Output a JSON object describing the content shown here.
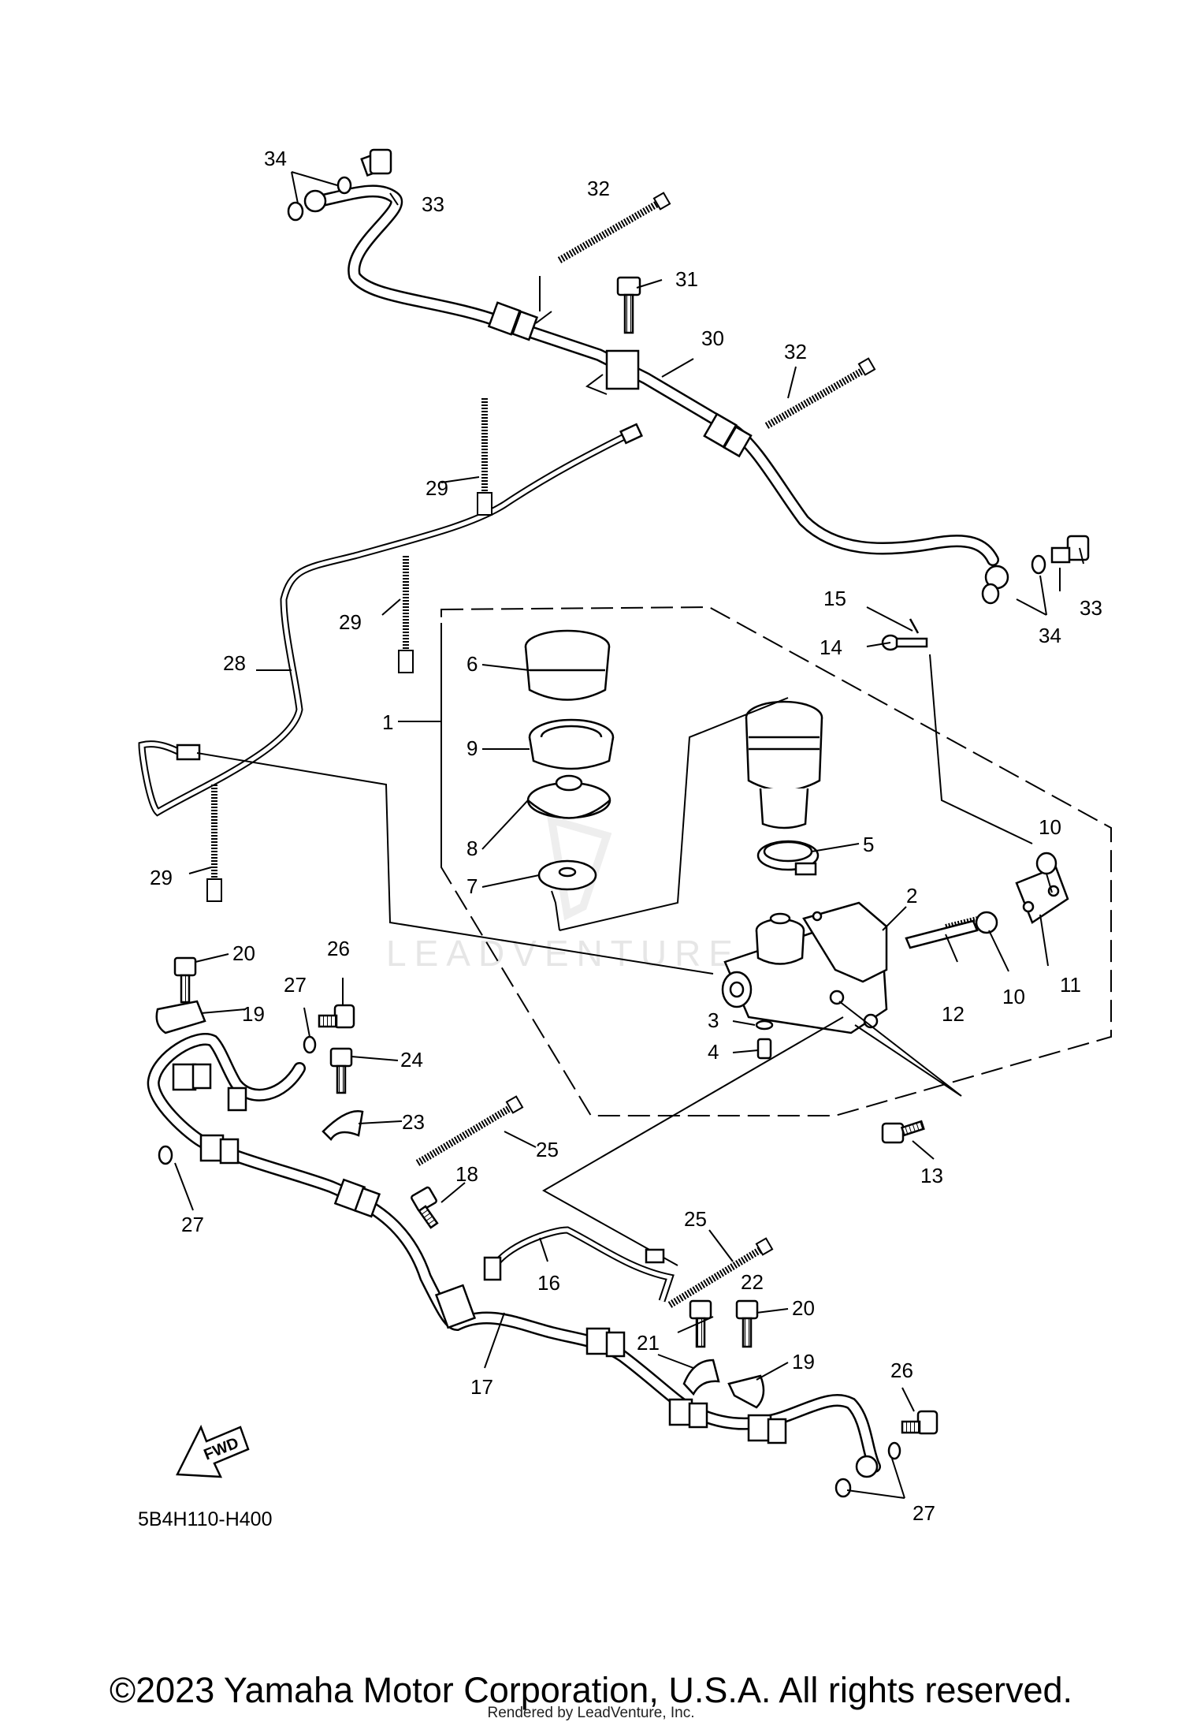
{
  "diagram_code": "5B4H110-H400",
  "fwd_label": "FWD",
  "watermark_text": "LEADVENTURE",
  "copyright": "©2023 Yamaha Motor Corporation, U.S.A. All rights reserved.",
  "rendered_by": "Rendered by LeadVenture, Inc.",
  "callouts": {
    "c1": "1",
    "c2": "2",
    "c3": "3",
    "c4": "4",
    "c5": "5",
    "c6": "6",
    "c7": "7",
    "c8": "8",
    "c9": "9",
    "c10a": "10",
    "c10b": "10",
    "c11": "11",
    "c12": "12",
    "c13": "13",
    "c14": "14",
    "c15": "15",
    "c16": "16",
    "c17": "17",
    "c18": "18",
    "c19a": "19",
    "c19b": "19",
    "c20a": "20",
    "c20b": "20",
    "c21": "21",
    "c22": "22",
    "c23": "23",
    "c24": "24",
    "c25a": "25",
    "c25b": "25",
    "c26a": "26",
    "c26b": "26",
    "c27a": "27",
    "c27b": "27",
    "c27c": "27",
    "c28": "28",
    "c29a": "29",
    "c29b": "29",
    "c29c": "29",
    "c30": "30",
    "c31": "31",
    "c32a": "32",
    "c32b": "32",
    "c33a": "33",
    "c33b": "33",
    "c34a": "34",
    "c34b": "34"
  }
}
